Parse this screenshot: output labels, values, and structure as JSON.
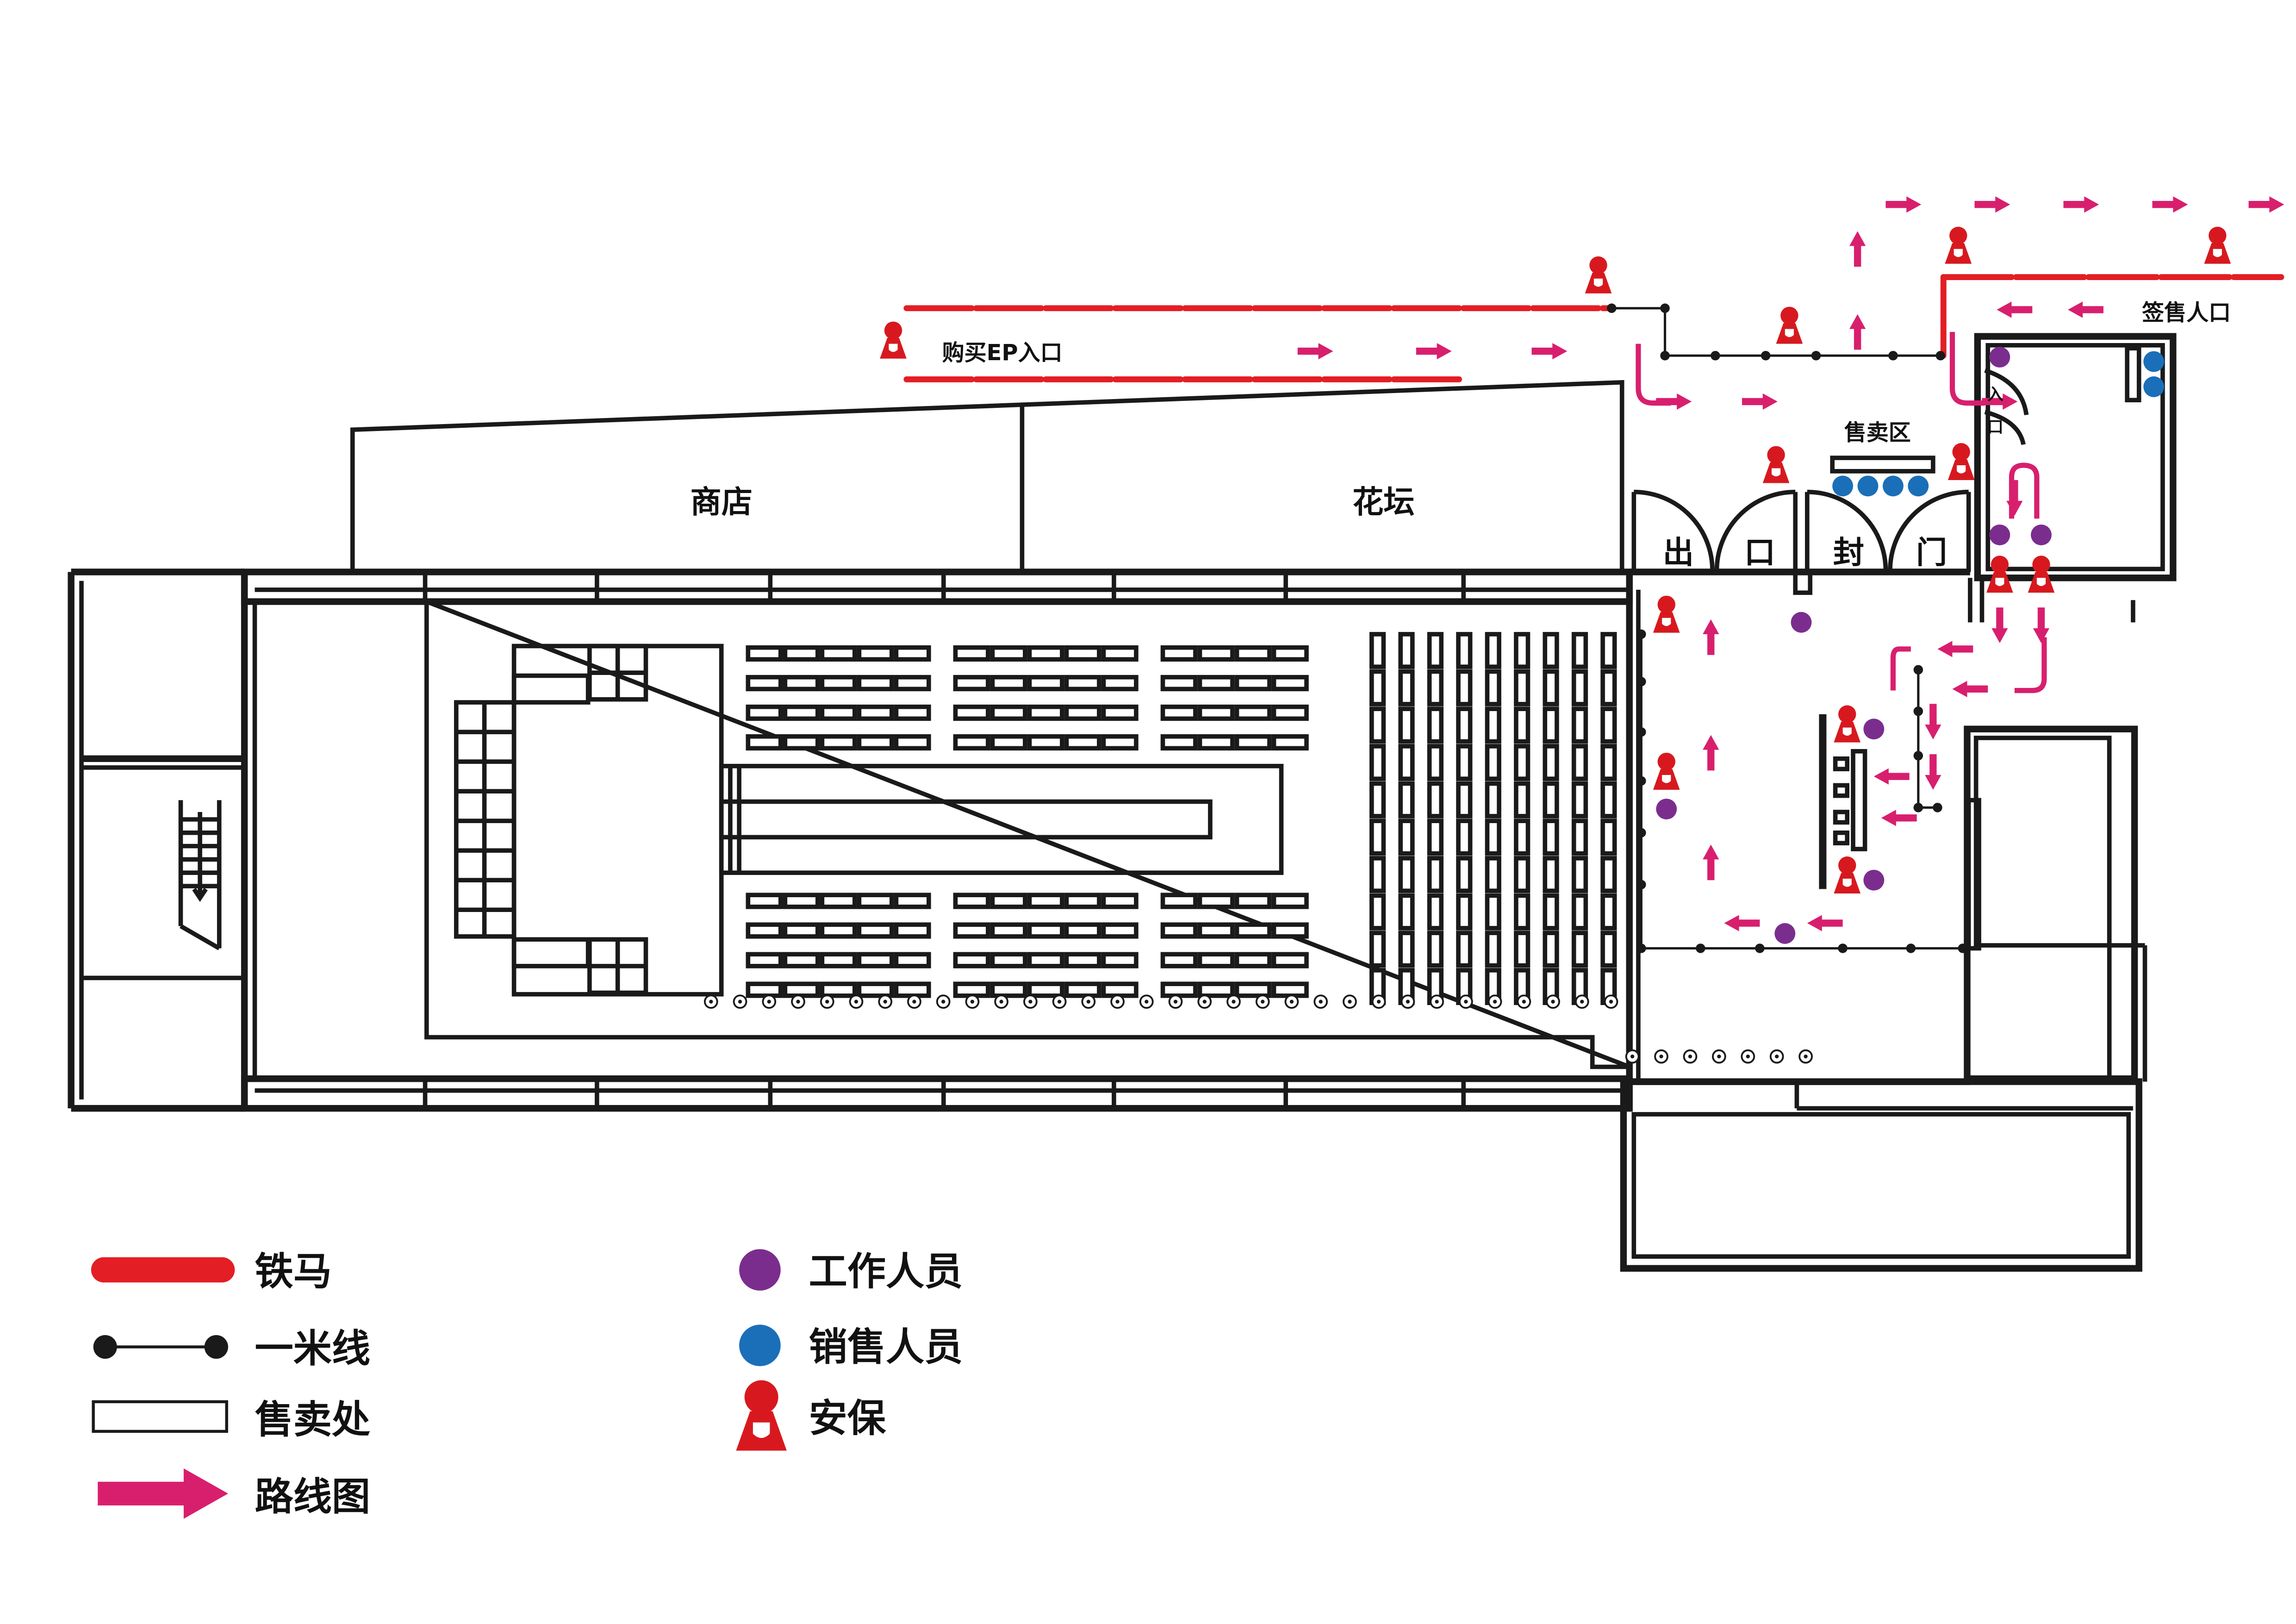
{
  "labels": {
    "shop": "商店",
    "flowerbed": "花坛",
    "ep_entrance": "购买EP入口",
    "ticket_entrance": "签售人口",
    "sales_area": "售卖区",
    "exit_chars": [
      "出",
      "口"
    ],
    "sealed_chars": [
      "封",
      "门"
    ],
    "door_chars": [
      "入",
      "口"
    ]
  },
  "legend": {
    "left": [
      {
        "key": "barrier",
        "label": "铁马"
      },
      {
        "key": "one_meter_line",
        "label": "一米线"
      },
      {
        "key": "sales_point",
        "label": "售卖处"
      },
      {
        "key": "route",
        "label": "路线图"
      }
    ],
    "right": [
      {
        "key": "staff",
        "label": "工作人员"
      },
      {
        "key": "sales_staff",
        "label": "销售人员"
      },
      {
        "key": "security",
        "label": "安保"
      }
    ]
  },
  "colors": {
    "barrier": "#e31e24",
    "route": "#d81f6e",
    "staff": "#7b2d8e",
    "sales_staff": "#1a6fb8",
    "security": "#d7191f",
    "wall": "#1a1a1a"
  }
}
